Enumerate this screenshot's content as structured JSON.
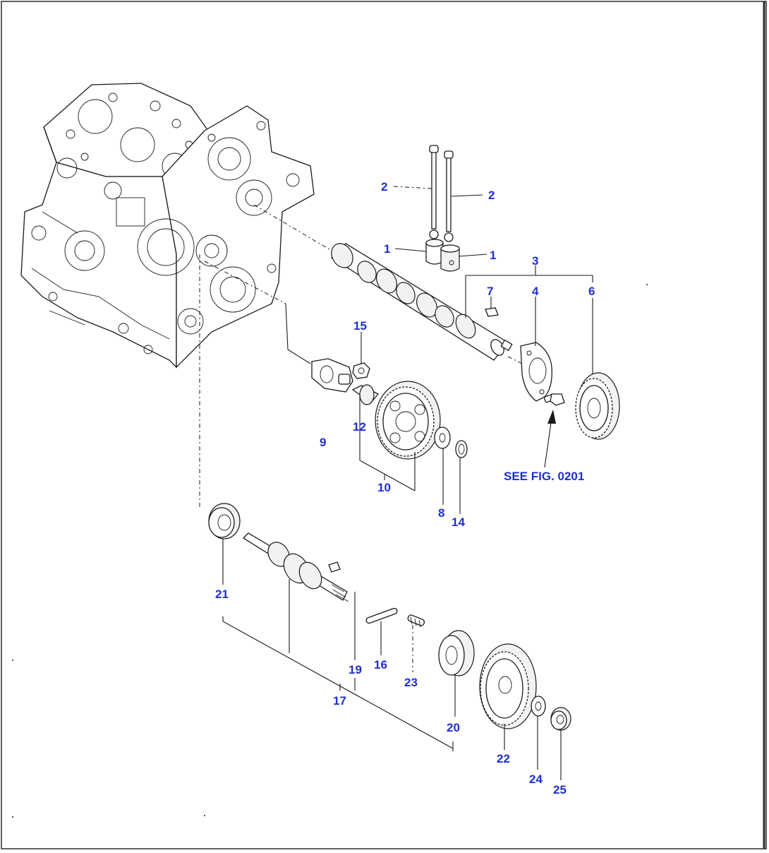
{
  "label_color": "#1f2fd0",
  "reference_note": "SEE FIG. 0201",
  "callouts": [
    {
      "id": "c2a",
      "text": "2"
    },
    {
      "id": "c2b",
      "text": "2"
    },
    {
      "id": "c1a",
      "text": "1"
    },
    {
      "id": "c1b",
      "text": "1"
    },
    {
      "id": "c3",
      "text": "3"
    },
    {
      "id": "c7",
      "text": "7"
    },
    {
      "id": "c4",
      "text": "4"
    },
    {
      "id": "c6",
      "text": "6"
    },
    {
      "id": "c15",
      "text": "15"
    },
    {
      "id": "c12",
      "text": "12"
    },
    {
      "id": "c9",
      "text": "9"
    },
    {
      "id": "c10",
      "text": "10"
    },
    {
      "id": "c8",
      "text": "8"
    },
    {
      "id": "c14",
      "text": "14"
    },
    {
      "id": "c21",
      "text": "21"
    },
    {
      "id": "c16",
      "text": "16"
    },
    {
      "id": "c23",
      "text": "23"
    },
    {
      "id": "c19",
      "text": "19"
    },
    {
      "id": "c17",
      "text": "17"
    },
    {
      "id": "c20",
      "text": "20"
    },
    {
      "id": "c22",
      "text": "22"
    },
    {
      "id": "c24",
      "text": "24"
    },
    {
      "id": "c25",
      "text": "25"
    }
  ]
}
